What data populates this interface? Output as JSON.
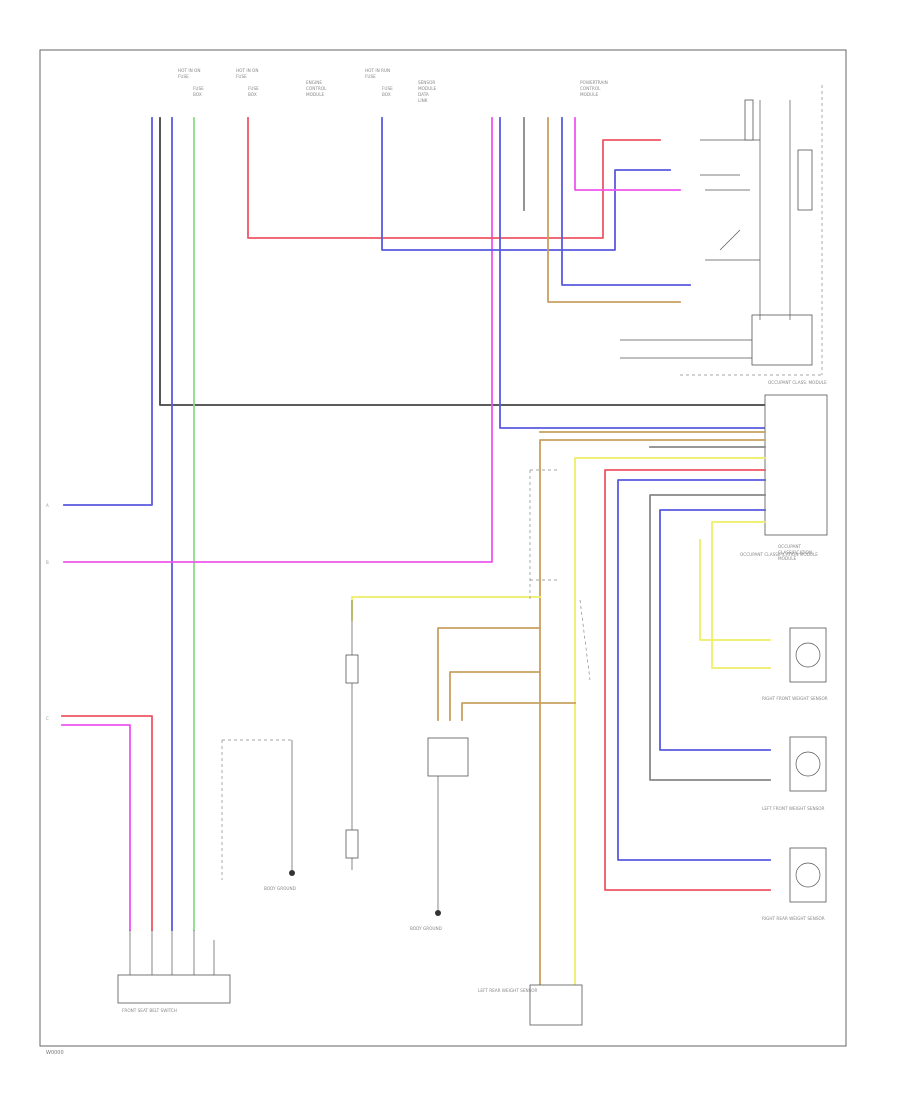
{
  "diagram": {
    "footer_code": "W0000",
    "wire_colors": {
      "blue": "#5a5ae0",
      "pink": "#ee55ee",
      "red": "#ee5566",
      "green": "#88dd88",
      "yellow": "#eeee66",
      "tan": "#c8a060",
      "gray": "#888888",
      "dark": "#444444"
    },
    "labels": {
      "top_label_1": "HOT IN ON",
      "top_label_2": "HOT IN ON",
      "top_label_3": "ENGINE",
      "top_label_4": "HOT IN RUN",
      "top_label_5": "SENSOR",
      "top_label_6": "POWERTRAIN",
      "left_terminal_a": "A",
      "left_terminal_b": "B",
      "left_terminal_c": "C",
      "seat_belt_switch_label": "FRONT SEAT BELT SWITCH",
      "occupant_module_label": "OCCUPANT CLASSIFICATION MODULE",
      "left_front_sensor_label": "LEFT FRONT WEIGHT SENSOR",
      "right_front_sensor_label": "RIGHT FRONT WEIGHT SENSOR",
      "left_rear_sensor_label": "LEFT REAR WEIGHT SENSOR",
      "right_rear_sensor_label": "RIGHT REAR WEIGHT SENSOR",
      "ground_label_1": "BODY GROUND",
      "ground_label_2": "BODY GROUND"
    }
  }
}
